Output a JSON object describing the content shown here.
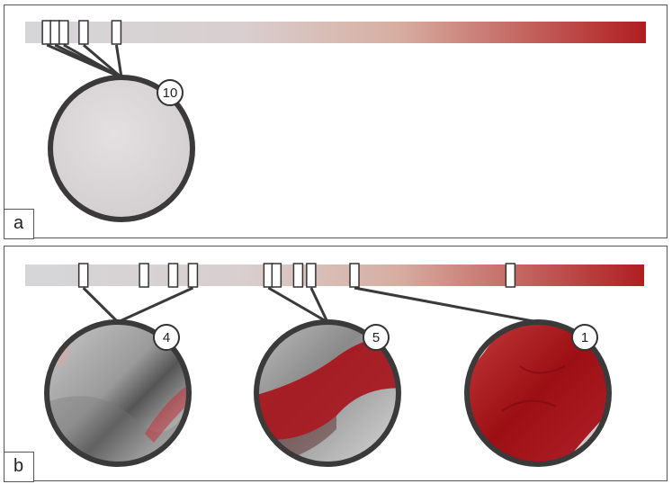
{
  "panels": [
    {
      "label": "a",
      "markers": [
        {
          "value": 0.035
        },
        {
          "value": 0.048
        },
        {
          "value": 0.062
        },
        {
          "value": 0.094
        },
        {
          "value": 0.147
        }
      ],
      "lenses": [
        {
          "number": "10",
          "style": "plain",
          "markers": [
            0,
            1,
            2,
            3,
            4
          ]
        }
      ]
    },
    {
      "label": "b",
      "markers": [
        {
          "value": 0.094
        },
        {
          "value": 0.192
        },
        {
          "value": 0.239
        },
        {
          "value": 0.271
        },
        {
          "value": 0.393
        },
        {
          "value": 0.406
        },
        {
          "value": 0.441
        },
        {
          "value": 0.462
        },
        {
          "value": 0.532
        },
        {
          "value": 0.784
        }
      ],
      "lenses": [
        {
          "number": "4",
          "style": "gray",
          "markers": [
            0,
            3
          ]
        },
        {
          "number": "5",
          "style": "mixed",
          "markers": [
            4,
            7
          ]
        },
        {
          "number": "1",
          "style": "red",
          "markers": [
            8
          ]
        }
      ]
    }
  ],
  "colors": {
    "scale_start": "#d6d6d8",
    "scale_mid": "#d9b6ab",
    "scale_end": "#b01e20",
    "frame": "#555555",
    "lens_border": "#3a3a3a"
  }
}
